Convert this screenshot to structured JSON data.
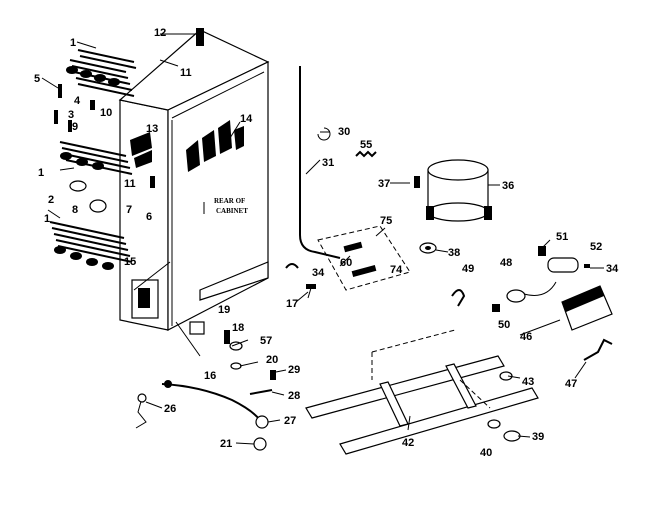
{
  "labels": {
    "l1a": "1",
    "l1b": "1",
    "l1c": "1",
    "l2": "2",
    "l3": "3",
    "l4": "4",
    "l5": "5",
    "l6": "6",
    "l7": "7",
    "l8": "8",
    "l9": "9",
    "l10": "10",
    "l11a": "11",
    "l11b": "11",
    "l12": "12",
    "l13": "13",
    "l14": "14",
    "l15": "15",
    "l16": "16",
    "l17": "17",
    "l18": "18",
    "l19": "19",
    "l20": "20",
    "l21": "21",
    "l26": "26",
    "l27": "27",
    "l28": "28",
    "l29": "29",
    "l30": "30",
    "l31": "31",
    "l34a": "34",
    "l34b": "34",
    "l36": "36",
    "l37": "37",
    "l38": "38",
    "l39": "39",
    "l40": "40",
    "l42": "42",
    "l43": "43",
    "l46": "46",
    "l47": "47",
    "l48": "48",
    "l49": "49",
    "l50": "50",
    "l51": "51",
    "l52": "52",
    "l55": "55",
    "l57": "57",
    "l60": "60",
    "l74": "74",
    "l75": "75"
  },
  "note": {
    "line1": "REAR OF",
    "line2": "CABINET"
  }
}
